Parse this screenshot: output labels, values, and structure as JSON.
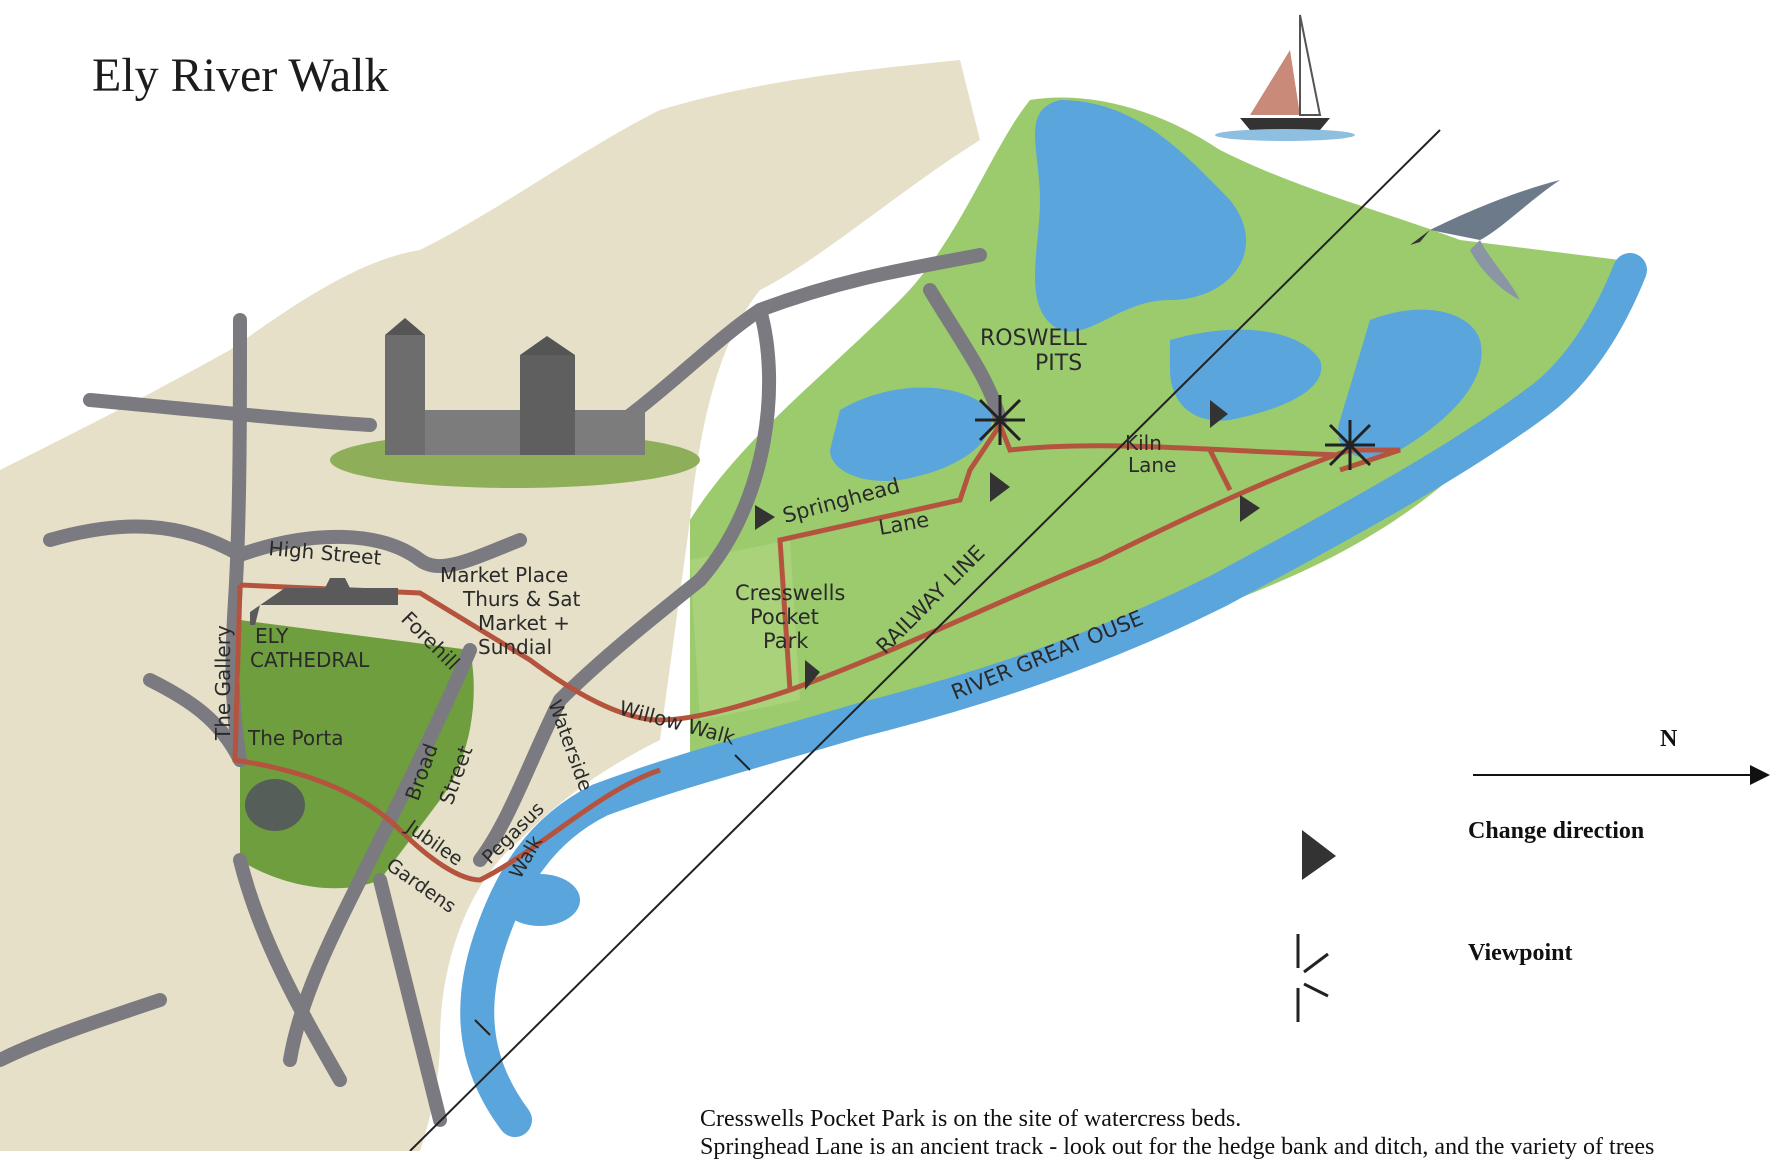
{
  "title": "Ely River Walk",
  "legend": {
    "north": "N",
    "change_direction": "Change direction",
    "viewpoint": "Viewpoint"
  },
  "labels": {
    "roswell": "ROSWELL",
    "pits": "PITS",
    "kiln": "Kiln",
    "kiln_lane": "Lane",
    "springhead": "Springhead",
    "springhead_lane": "Lane",
    "cresswells": "Cresswells",
    "pocket": "Pocket",
    "park": "Park",
    "railway": "RAILWAY LINE",
    "river": "RIVER GREAT OUSE",
    "high_street": "High Street",
    "market_place": "Market Place",
    "thurs_sat": "Thurs & Sat",
    "market_plus": "Market +",
    "sundial": "Sundial",
    "ely": "ELY",
    "cathedral": "CATHEDRAL",
    "forehill": "Forehill",
    "the_gallery": "The Gallery",
    "the_porta": "The Porta",
    "broad": "Broad",
    "street": "Street",
    "waterside": "Waterside",
    "willow_walk": "Willow Walk",
    "pegasus": "Pegasus",
    "walk": "Walk",
    "jubilee": "Jubilee",
    "gardens": "Gardens"
  },
  "captions": {
    "line1": "Cresswells Pocket Park is on the site of watercress beds.",
    "line2": "Springhead Lane is an ancient track - look out for the hedge bank and ditch, and the variety of trees"
  },
  "colors": {
    "green": "#9ccb6d",
    "dark_green": "#6f9e3e",
    "beige": "#e6e0c8",
    "water": "#5aa6dc",
    "road": "#7a7a80",
    "route": "#b5543e"
  }
}
